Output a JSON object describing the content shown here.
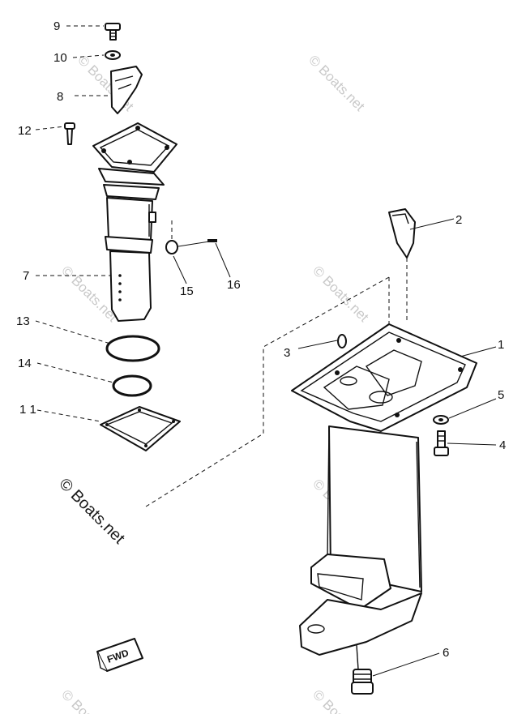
{
  "callouts": [
    {
      "id": "1",
      "label": "1"
    },
    {
      "id": "2",
      "label": "2"
    },
    {
      "id": "3",
      "label": "3"
    },
    {
      "id": "4",
      "label": "4"
    },
    {
      "id": "5",
      "label": "5"
    },
    {
      "id": "6",
      "label": "6"
    },
    {
      "id": "7",
      "label": "7"
    },
    {
      "id": "8",
      "label": "8"
    },
    {
      "id": "9",
      "label": "9"
    },
    {
      "id": "10",
      "label": "10"
    },
    {
      "id": "11",
      "label": "1 1"
    },
    {
      "id": "12",
      "label": "12"
    },
    {
      "id": "13",
      "label": "13"
    },
    {
      "id": "14",
      "label": "14"
    },
    {
      "id": "15",
      "label": "15"
    },
    {
      "id": "16",
      "label": "16"
    }
  ],
  "fwd_label": "FWD",
  "watermark": "© Boats.net",
  "copyright": "© Boats.net"
}
